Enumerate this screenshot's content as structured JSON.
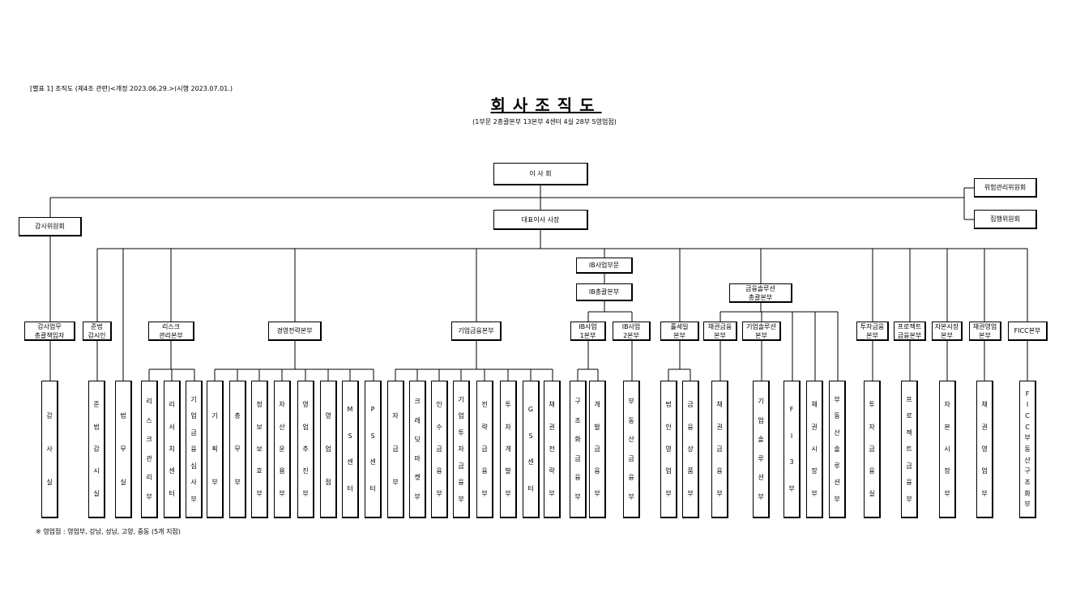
{
  "header": {
    "note": "[별표 1] 조직도 (제4조 관련)<개정 2023.06.29.>(시행 2023.07.01.)",
    "title": "회사조직도",
    "subtitle": "(1부문 2총괄본부 13본부 4센터 4실 28부 5영업점)"
  },
  "footer": {
    "note": "※ 영업점 : 영업부, 강남, 성남, 고양, 중동 (5개 지점)"
  },
  "nodes": {
    "board": "이 사 회",
    "ceo": "대표이사 사장",
    "audit_committee": "감사위원회",
    "risk_committee": "위험관리위원회",
    "exec_committee": "집행위원회",
    "ib_division": "IB사업부문",
    "ib_group": "IB총괄본부",
    "fin_sol_group": "금융솔루션\n총괄본부",
    "audit_officer": "감사업무\n총괄책임자",
    "compliance": "준법\n감시인",
    "risk_hq": "리스크\n관리본부",
    "strategy_hq": "경영전략본부",
    "corp_fin_hq": "기업금융본부",
    "ib1_hq": "IB사업\n1본부",
    "ib2_hq": "IB사업\n2본부",
    "wholesale_hq": "홀세일\n본부",
    "bond_fin_hq": "채권금융\n본부",
    "corp_sol_hq": "기업솔루션\n본부",
    "invest_fin_hq": "투자금융\n본부",
    "project_fin_hq": "프로젝트\n금융본부",
    "capital_mkt_hq": "자본시장\n본부",
    "bond_sales_hq": "채권영업\n본부",
    "ficc_hq": "FICC본부"
  },
  "departments": {
    "audit_office": "감사실",
    "compliance_office": "준법감시실",
    "legal_office": "법무실",
    "risk_mgmt": "리스크관리부",
    "research_center": "리서치센터",
    "corp_fin_audit": "기업금융심사부",
    "planning": "기획부",
    "general_affairs": "총무부",
    "info_security": "정보보호부",
    "asset_mgmt": "자산운용부",
    "sales_promo": "영업추진부",
    "sales_branch": "영업점",
    "ms_center": "MS센터",
    "ps_center": "PS센터",
    "capital_fin": "자금부",
    "credit_market": "크레딧마켓부",
    "ma_fin": "인수금융부",
    "corp_invest_fin": "기업투자금융부",
    "strategic_fin": "전략금융부",
    "invest_dev": "투자개발부",
    "gs_center": "GS센터",
    "bond_strategy": "채권전략부",
    "structured_fin": "구조화금융부",
    "dev_fin": "개발금융부",
    "real_estate_fin": "부동산금융부",
    "corp_sales": "법인영업부",
    "fin_product": "금융상품부",
    "bond_fin_dept": "채권금융부",
    "corp_solution": "기업솔루션부",
    "fi3": "FI3부",
    "bond_market": "채권시장부",
    "re_solution": "부동산솔루션부",
    "invest_fin_office": "투자금융실",
    "project_fin_dept": "프로젝트금융부",
    "capital_mkt_dept": "자본시장부",
    "bond_sales_dept": "채권영업부",
    "ficc_re_struct": "FICC부동산구조화부"
  }
}
